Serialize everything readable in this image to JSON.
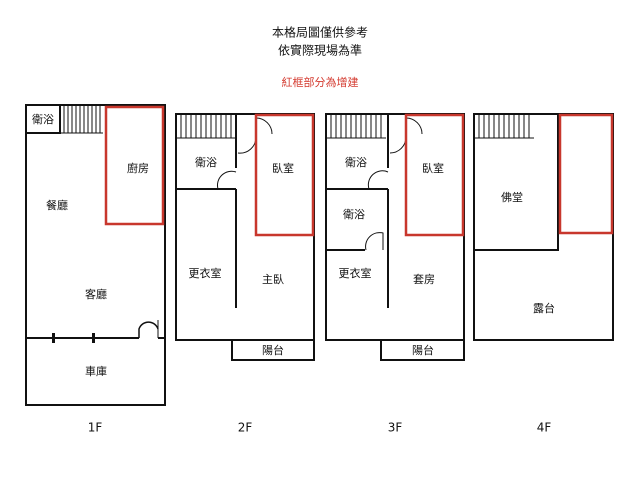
{
  "header": {
    "line1": "本格局圖僅供參考",
    "line2": "依實際現場為準",
    "note": "紅框部分為增建"
  },
  "colors": {
    "wall": "#111111",
    "addition": "#c8372d",
    "note": "#d43a2f"
  },
  "floors": [
    {
      "label": "1F",
      "rooms": [
        "衛浴",
        "廚房",
        "餐廳",
        "客廳",
        "車庫"
      ]
    },
    {
      "label": "2F",
      "rooms": [
        "衛浴",
        "臥室",
        "更衣室",
        "主臥",
        "陽台"
      ]
    },
    {
      "label": "3F",
      "rooms": [
        "衛浴",
        "臥室",
        "衛浴",
        "更衣室",
        "套房",
        "陽台"
      ]
    },
    {
      "label": "4F",
      "rooms": [
        "佛堂",
        "露台"
      ]
    }
  ]
}
